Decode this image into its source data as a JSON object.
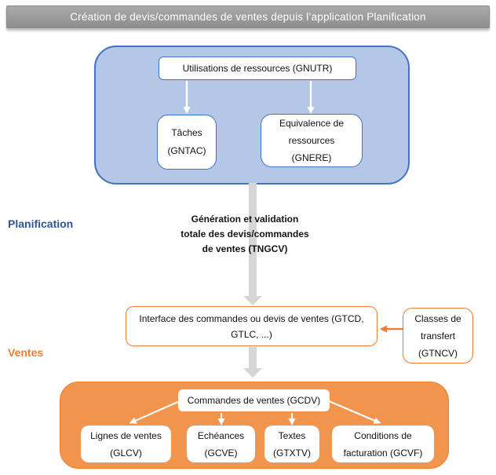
{
  "header": {
    "title": "Création de devis/commandes de ventes depuis l’application Planification"
  },
  "sections": {
    "planification_label": "Planification",
    "ventes_label": "Ventes"
  },
  "planning": {
    "gnutr_box": "Utilisations de ressources (GNUTR)",
    "gntac_box": [
      "Tâches",
      "(GNTAC)"
    ],
    "gnere_box": [
      "Equivalence de",
      "ressources",
      "(GNERE)"
    ]
  },
  "generation": {
    "arrow_label": [
      "Génération et validation",
      "totale des",
      "devis/commandes de",
      "ventes (TNGCV)"
    ],
    "interface_box": [
      "Interface des commandes ou devis de ventes (GTCD,",
      "GTLC, ...)"
    ],
    "classes_box": [
      "Classes de",
      "transfert",
      "(GTNCV)"
    ]
  },
  "sales": {
    "gcdv_box": "Commandes de ventes (GCDV)",
    "children": [
      [
        "Lignes de ventes",
        "(GLCV)"
      ],
      [
        "Echéances",
        "(GCVE)"
      ],
      [
        "Textes",
        "(GTXTV)"
      ],
      [
        "Conditions de",
        "facturation (GCVF)"
      ]
    ]
  },
  "colors": {
    "titlebar_gray": "#9a9a9a",
    "blue_group_fill": "#b4c7e7",
    "blue_border": "#4472c4",
    "planification_label": "#2e5496",
    "orange_accent": "#ed7d31",
    "orange_group_fill": "#f0944e",
    "big_arrow_gray": "#d6d6d6"
  }
}
